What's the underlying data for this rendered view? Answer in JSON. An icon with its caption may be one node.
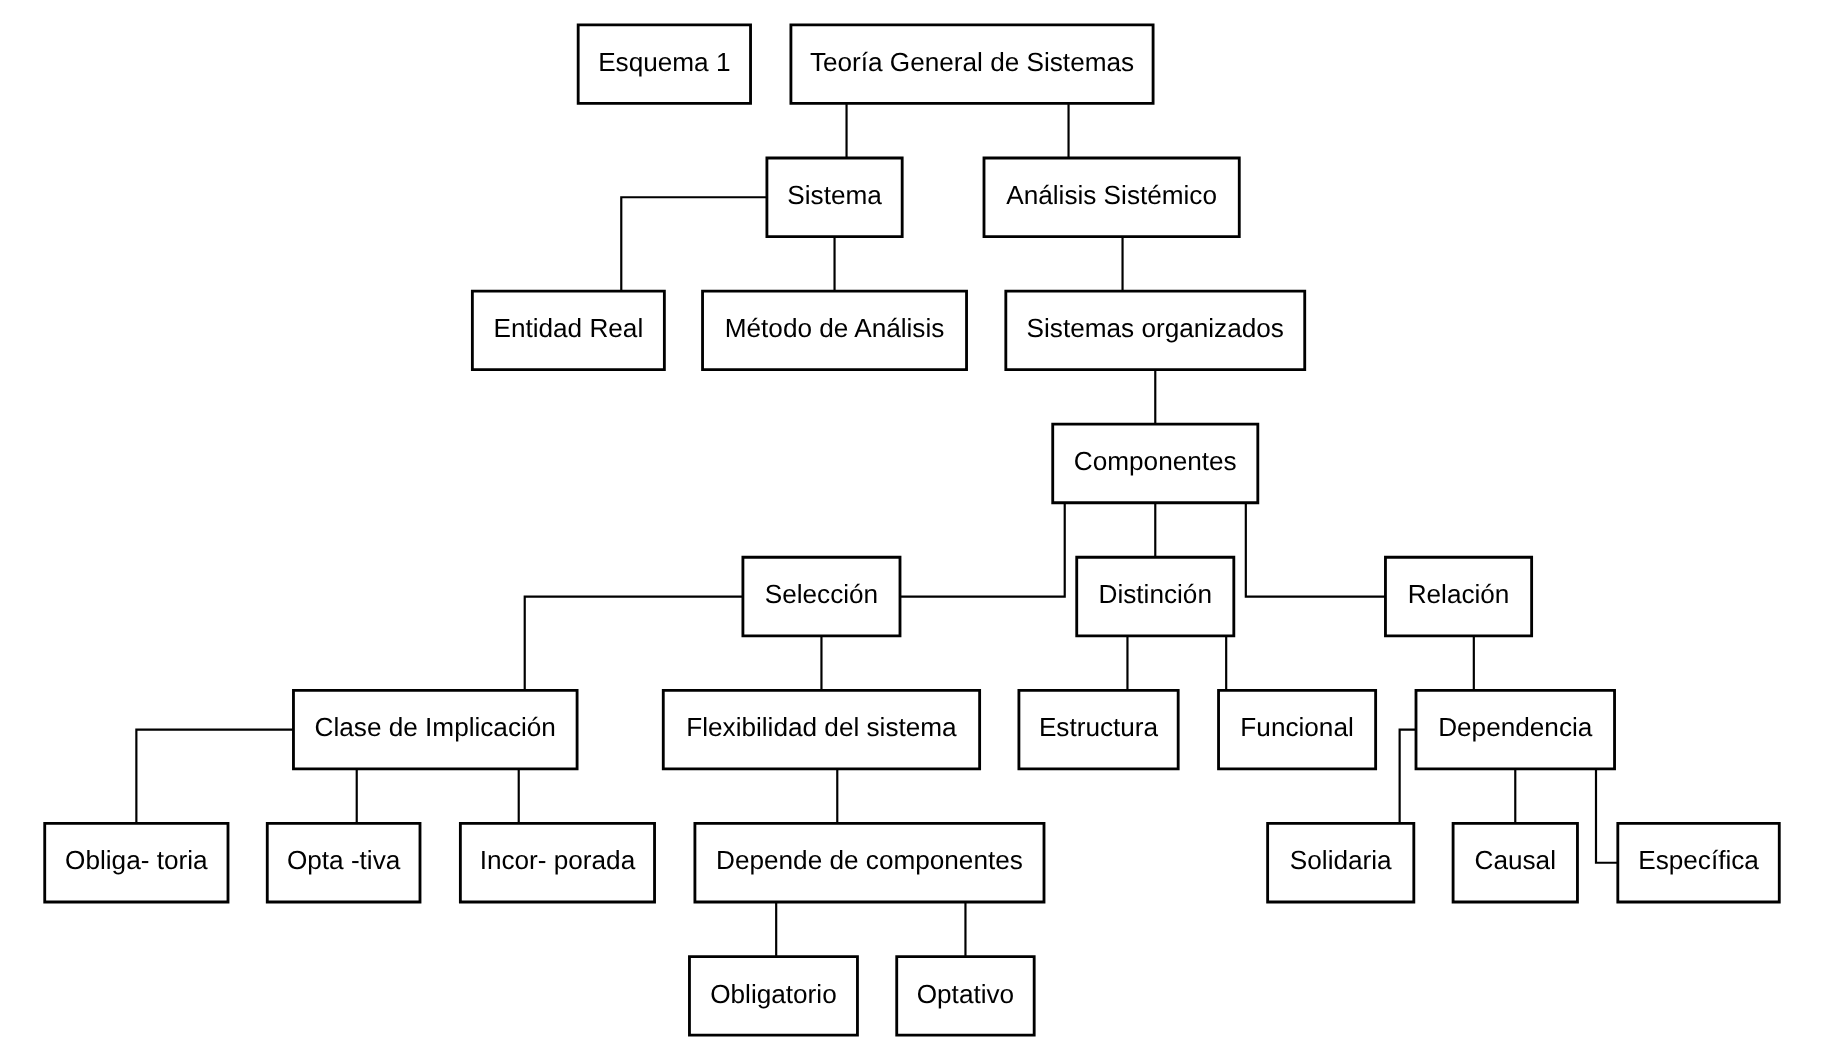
{
  "diagram": {
    "nodes": [
      {
        "text": [
          "Esquema 1"
        ]
      },
      {
        "text": [
          "Teoría General de Sistemas"
        ]
      },
      {
        "text": [
          "Sistema"
        ]
      },
      {
        "text": [
          "Análisis Sistémico"
        ]
      },
      {
        "text": [
          "Entidad Real"
        ]
      },
      {
        "text": [
          "Método de Análisis"
        ]
      },
      {
        "text": [
          "Sistemas organizados"
        ]
      },
      {
        "text": [
          "Componentes"
        ]
      },
      {
        "text": [
          "Selección"
        ]
      },
      {
        "text": [
          "Distinción"
        ]
      },
      {
        "text": [
          "Relación"
        ]
      },
      {
        "text": [
          "Clase de Implicación"
        ]
      },
      {
        "text": [
          "Flexibilidad del sistema"
        ]
      },
      {
        "text": [
          "Estructura"
        ]
      },
      {
        "text": [
          "Funcional"
        ]
      },
      {
        "text": [
          "Dependencia"
        ]
      },
      {
        "text": [
          "Obliga- toria"
        ]
      },
      {
        "text": [
          "Opta -tiva"
        ]
      },
      {
        "text": [
          "Incor- porada"
        ]
      },
      {
        "text": [
          "Depende de componentes"
        ]
      },
      {
        "text": [
          "Solidaria"
        ]
      },
      {
        "text": [
          "Causal"
        ]
      },
      {
        "text": [
          "Específica"
        ]
      },
      {
        "text": [
          "Obligatorio"
        ]
      },
      {
        "text": [
          "Optativo"
        ]
      }
    ],
    "edges": [
      {
        "from": 1,
        "to": 2,
        "arrow": "none"
      },
      {
        "from": 1,
        "to": 3,
        "arrow": "none"
      },
      {
        "from": 2,
        "to": 4,
        "arrow": "none"
      },
      {
        "from": 2,
        "to": 5,
        "arrow": "none"
      },
      {
        "from": 3,
        "to": 6,
        "arrow": "none"
      },
      {
        "from": 6,
        "to": 7,
        "arrow": "none"
      },
      {
        "from": 7,
        "to": 8,
        "arrow": "none"
      },
      {
        "from": 7,
        "to": 9,
        "arrow": "none"
      },
      {
        "from": 7,
        "to": 10,
        "arrow": "none"
      },
      {
        "from": 8,
        "to": 11,
        "arrow": "none"
      },
      {
        "from": 8,
        "to": 12,
        "arrow": "none"
      },
      {
        "from": 9,
        "to": 13,
        "arrow": "none"
      },
      {
        "from": 9,
        "to": 14,
        "arrow": "none"
      },
      {
        "from": 10,
        "to": 15,
        "arrow": "none"
      },
      {
        "from": 11,
        "to": 16,
        "arrow": "none"
      },
      {
        "from": 11,
        "to": 17,
        "arrow": "none"
      },
      {
        "from": 11,
        "to": 18,
        "arrow": "none"
      },
      {
        "from": 12,
        "to": 19,
        "arrow": "none"
      },
      {
        "from": 15,
        "to": 20,
        "arrow": "none"
      },
      {
        "from": 15,
        "to": 21,
        "arrow": "none"
      },
      {
        "from": 15,
        "to": 22,
        "arrow": "none"
      },
      {
        "from": 19,
        "to": 23,
        "arrow": "none"
      },
      {
        "from": 19,
        "to": 24,
        "arrow": "none"
      }
    ]
  }
}
